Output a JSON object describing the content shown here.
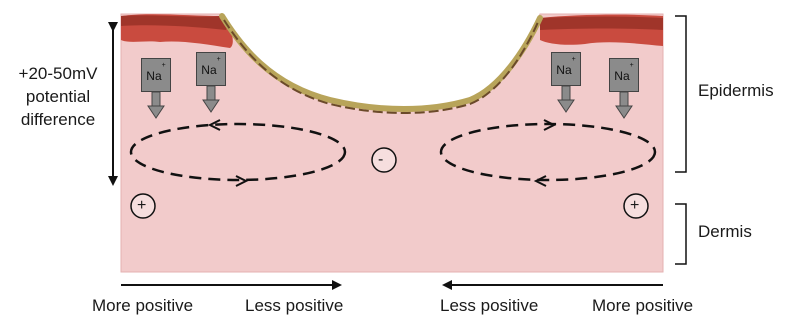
{
  "labels": {
    "potential_difference": [
      "+20-50mV",
      "potential",
      "difference"
    ],
    "epidermis": "Epidermis",
    "dermis": "Dermis",
    "bottom_left_more": "More positive",
    "bottom_left_less": "Less positive",
    "bottom_right_less": "Less positive",
    "bottom_right_more": "More positive"
  },
  "ions": {
    "sodium_label": "Na",
    "sodium_charge": "+",
    "negative": "-",
    "positive": "+"
  },
  "colors": {
    "tissue": "#f2cbcb",
    "tissue_edge": "#e4b2b2",
    "skin_top": "#c94b3f",
    "skin_dark": "#8e2c22",
    "wound_edge": "#b8a45a",
    "ion_box": "#8b8b8b"
  }
}
